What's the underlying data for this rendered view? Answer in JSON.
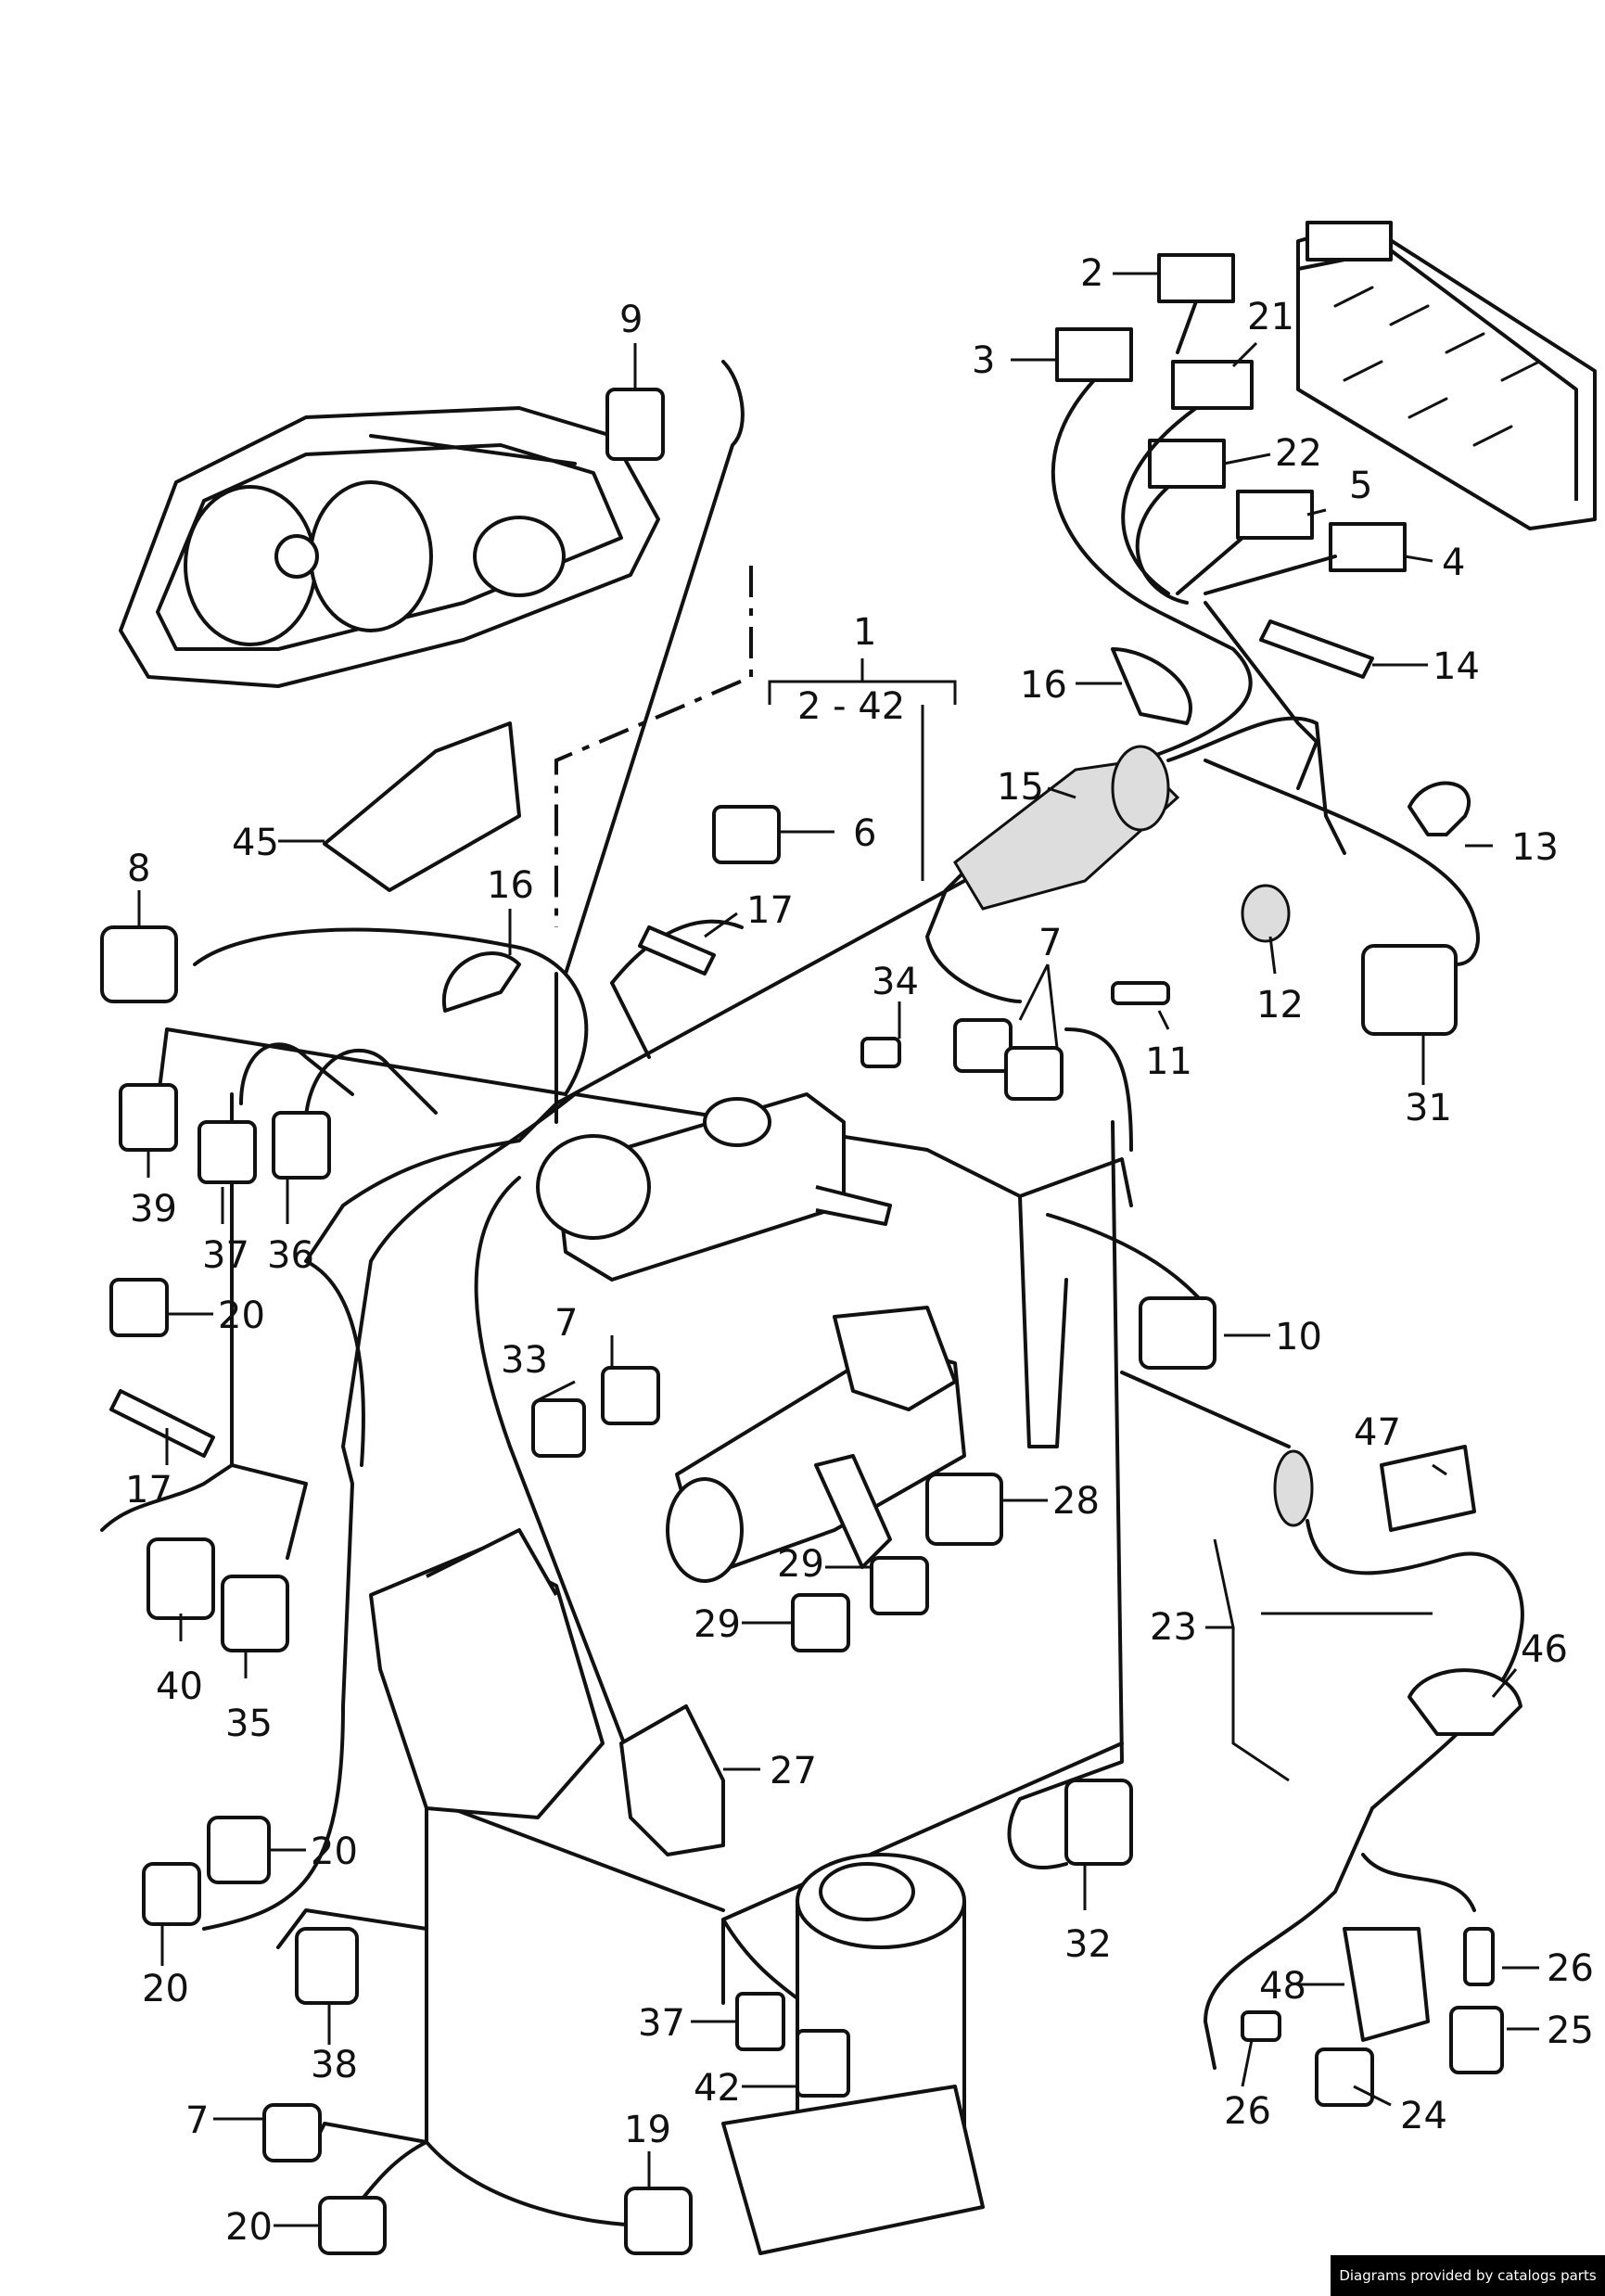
{
  "group_label": {
    "number": "1",
    "range": "2 - 42"
  },
  "callouts": [
    "2",
    "3",
    "21",
    "22",
    "5",
    "4",
    "14",
    "16",
    "9",
    "45",
    "15",
    "13",
    "6",
    "17",
    "8",
    "16",
    "12",
    "7",
    "34",
    "11",
    "31",
    "39",
    "37",
    "36",
    "20",
    "10",
    "33",
    "7",
    "17",
    "47",
    "28",
    "29",
    "29",
    "23",
    "46",
    "40",
    "35",
    "27",
    "20",
    "20",
    "32",
    "38",
    "26",
    "48",
    "25",
    "37",
    "26",
    "24",
    "42",
    "7",
    "19",
    "20"
  ],
  "footer": {
    "credit": "Diagrams provided by catalogs parts"
  }
}
